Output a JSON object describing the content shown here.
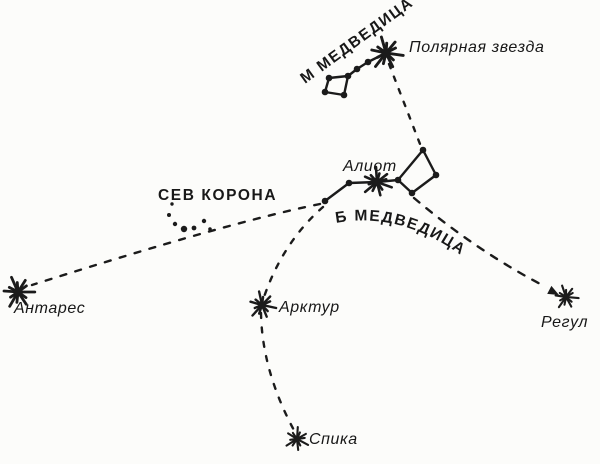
{
  "diagram": {
    "kind": "constellation-star-hopping-chart",
    "language": "ru"
  },
  "colors": {
    "ink": "#1b1b1b",
    "background": "#fcfcfa"
  },
  "constellations": {
    "ursa_minor": {
      "label": "М МЕДВЕДИЦА"
    },
    "ursa_major": {
      "label": "Б МЕДВЕДИЦА"
    },
    "corona_borealis": {
      "label": "СЕВ КОРОНА"
    }
  },
  "stars": {
    "polaris": {
      "label": "Полярная звезда"
    },
    "alioth": {
      "label": "Алиот"
    },
    "antares": {
      "label": "Антарес"
    },
    "arcturus": {
      "label": "Арктур"
    },
    "regulus": {
      "label": "Регул"
    },
    "spica": {
      "label": "Спика"
    }
  }
}
